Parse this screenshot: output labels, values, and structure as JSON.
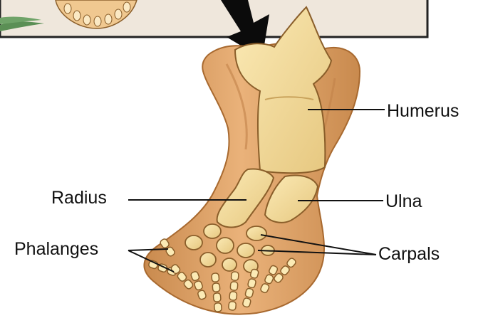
{
  "labels": {
    "humerus": "Humerus",
    "radius": "Radius",
    "ulna": "Ulna",
    "phalanges": "Phalanges",
    "carpals": "Carpals"
  },
  "colors": {
    "skin": "#e0a468",
    "skin_dark": "#b8773f",
    "bone": "#f2dc9c",
    "bone_outline": "#8a5e2a",
    "line": "#111111",
    "plant": "#5b8f55"
  },
  "icons": {
    "arrow": "thick-down-right-arrow"
  }
}
